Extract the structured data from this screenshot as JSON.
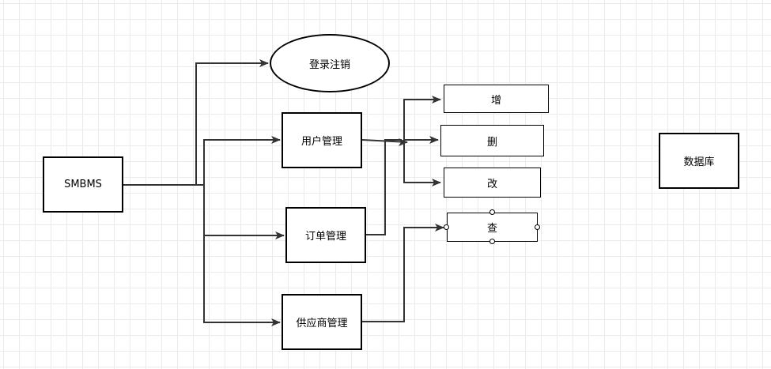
{
  "colors": {
    "stroke": "#333333",
    "node_border": "#000000",
    "background": "#ffffff",
    "grid": "#ebebeb"
  },
  "nodes": {
    "smbms": "SMBMS",
    "login": "登录注销",
    "user_mgmt": "用户管理",
    "order_mgmt": "订单管理",
    "supplier_mgmt": "供应商管理",
    "add": "增",
    "delete": "删",
    "update": "改",
    "query": "查",
    "database": "数据库"
  }
}
